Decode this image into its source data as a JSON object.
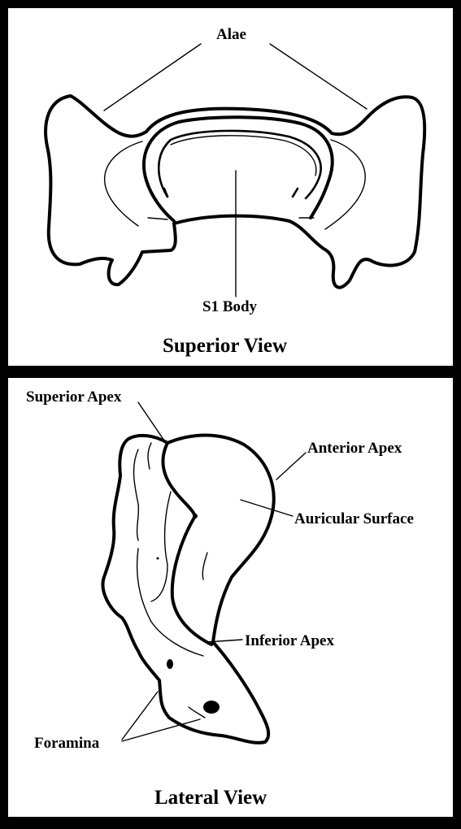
{
  "superior": {
    "title": "Superior View",
    "labels": {
      "alae": "Alae",
      "s1_body": "S1 Body"
    }
  },
  "lateral": {
    "title": "Lateral View",
    "labels": {
      "superior_apex": "Superior Apex",
      "anterior_apex": "Anterior Apex",
      "auricular_surface": "Auricular Surface",
      "inferior_apex": "Inferior Apex",
      "foramina": "Foramina"
    }
  }
}
